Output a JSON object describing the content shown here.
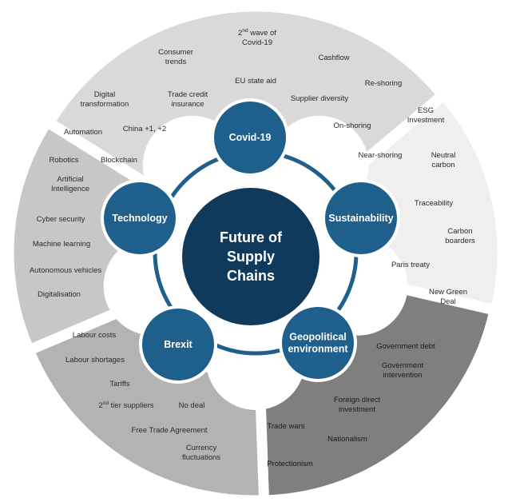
{
  "center": {
    "lines": [
      "Future of",
      "Supply",
      "Chains"
    ]
  },
  "colors": {
    "covid_segment": "#d9d9d9",
    "sustainability_segment": "#efefef",
    "geopolitical_segment": "#7f7f7f",
    "brexit_segment": "#b3b3b3",
    "technology_segment": "#c7c7c7",
    "hub_fill": "#1f5f8b",
    "center_fill": "#0f3a5c",
    "ring": "#1f5f8b"
  },
  "hubs": {
    "covid": {
      "lines": [
        "Covid-19"
      ]
    },
    "sustainability": {
      "lines": [
        "Sustainability"
      ]
    },
    "geopolitical": {
      "lines": [
        "Geopolitical",
        "environment"
      ]
    },
    "brexit": {
      "lines": [
        "Brexit"
      ]
    },
    "technology": {
      "lines": [
        "Technology"
      ]
    }
  },
  "segments": {
    "covid": {
      "items": [
        {
          "lines": [
            "Consumer",
            "trends"
          ]
        },
        {
          "lines": [
            "wave of",
            "Covid-19"
          ],
          "superscript_prefix": [
            "2",
            "nd"
          ]
        },
        {
          "lines": [
            "Cashflow"
          ]
        },
        {
          "lines": [
            "EU state aid"
          ]
        },
        {
          "lines": [
            "Trade credit",
            "insurance"
          ]
        },
        {
          "lines": [
            "Supplier diversity"
          ]
        },
        {
          "lines": [
            "Re-shoring"
          ]
        },
        {
          "lines": [
            "On-shoring"
          ]
        },
        {
          "lines": [
            "China +1, +2"
          ]
        }
      ]
    },
    "sustainability": {
      "items": [
        {
          "lines": [
            "ESG",
            "Investment"
          ]
        },
        {
          "lines": [
            "Near-shoring"
          ]
        },
        {
          "lines": [
            "Neutral",
            "carbon"
          ]
        },
        {
          "lines": [
            "Traceability"
          ]
        },
        {
          "lines": [
            "Carbon",
            "boarders"
          ]
        },
        {
          "lines": [
            "Paris treaty"
          ]
        },
        {
          "lines": [
            "New Green",
            "Deal"
          ]
        }
      ]
    },
    "geopolitical": {
      "items": [
        {
          "lines": [
            "Government debt"
          ]
        },
        {
          "lines": [
            "Government",
            "intervention"
          ]
        },
        {
          "lines": [
            "Foreign direct",
            "investment"
          ]
        },
        {
          "lines": [
            "Trade wars"
          ]
        },
        {
          "lines": [
            "Nationalism"
          ]
        },
        {
          "lines": [
            "Protectionism"
          ]
        }
      ]
    },
    "brexit": {
      "items": [
        {
          "lines": [
            "Labour costs"
          ]
        },
        {
          "lines": [
            "Labour shortages"
          ]
        },
        {
          "lines": [
            "Tariffs"
          ]
        },
        {
          "lines": [
            "tier suppliers"
          ],
          "superscript_prefix": [
            "2",
            "nd"
          ]
        },
        {
          "lines": [
            "No deal"
          ]
        },
        {
          "lines": [
            "Free Trade Agreement"
          ]
        },
        {
          "lines": [
            "Currency",
            "fluctuations"
          ]
        }
      ]
    },
    "technology": {
      "items": [
        {
          "lines": [
            "Digital",
            "transformation"
          ]
        },
        {
          "lines": [
            "Automation"
          ]
        },
        {
          "lines": [
            "Robotics"
          ]
        },
        {
          "lines": [
            "Blockchain"
          ]
        },
        {
          "lines": [
            "Artificial",
            "Intelligence"
          ]
        },
        {
          "lines": [
            "Cyber security"
          ]
        },
        {
          "lines": [
            "Machine learning"
          ]
        },
        {
          "lines": [
            "Autonomous vehicles"
          ]
        },
        {
          "lines": [
            "Digitalisation"
          ]
        }
      ]
    }
  }
}
